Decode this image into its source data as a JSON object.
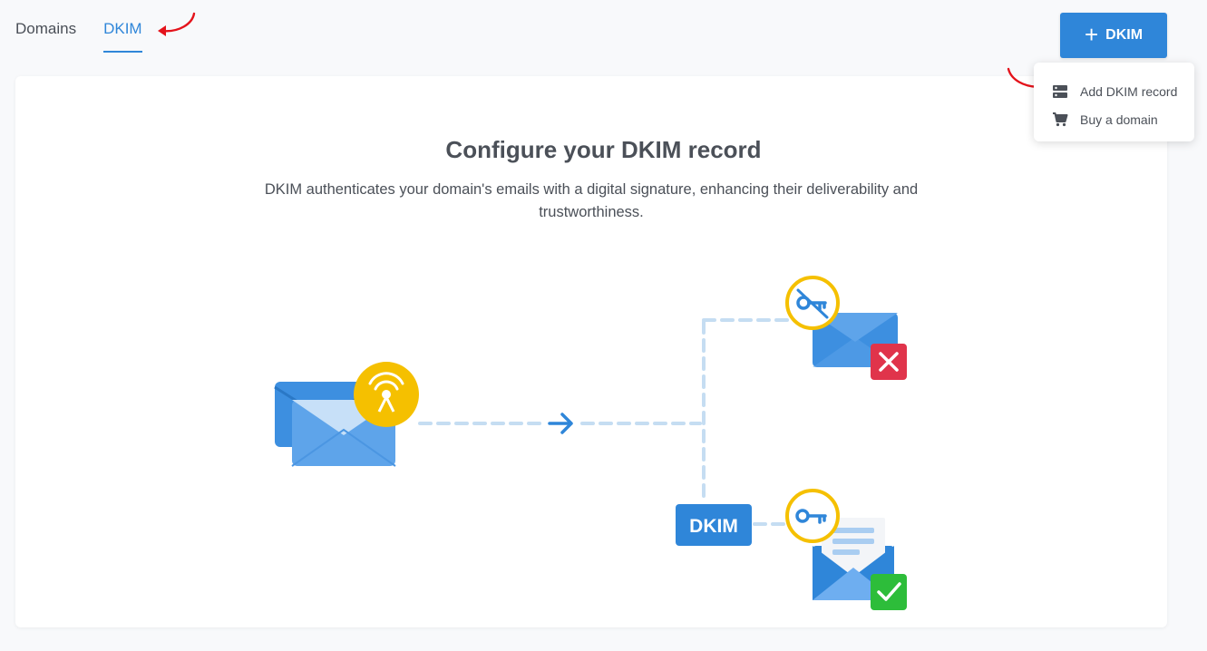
{
  "tabs": [
    {
      "label": "Domains",
      "active": false
    },
    {
      "label": "DKIM",
      "active": true
    }
  ],
  "header": {
    "add_button_label": "DKIM",
    "add_button_icon": "plus-icon"
  },
  "dropdown": {
    "items": [
      {
        "label": "Add DKIM record",
        "icon": "server-icon"
      },
      {
        "label": "Buy a domain",
        "icon": "cart-icon"
      }
    ]
  },
  "main": {
    "title": "Configure your DKIM record",
    "description": "DKIM authenticates your domain's emails with a digital signature, enhancing their deliverability and trustworthiness."
  },
  "illustration": {
    "dkim_badge": "DKIM"
  },
  "colors": {
    "accent": "#2f86d9",
    "yellow": "#f5c000",
    "error": "#e0344b",
    "success": "#2dbd3a"
  }
}
